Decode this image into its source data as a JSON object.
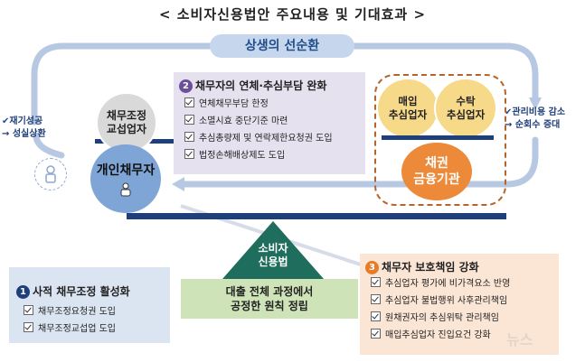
{
  "title": "< 소비자신용법안 주요내용 및 기대효과 >",
  "cycle": {
    "label": "상생의 선순환"
  },
  "left_note": {
    "line1": "재기성공",
    "line2": "→ 성실상환"
  },
  "right_note": {
    "line1": "관리비용 감소",
    "line2": "→ 순회수 증대"
  },
  "nodes": {
    "debt_adjuster": {
      "line1": "채무조정",
      "line2": "교섭업자"
    },
    "individual_debtor": {
      "label": "개인채무자"
    },
    "purchaser": {
      "line1": "매입",
      "line2": "추심업자"
    },
    "consignee": {
      "line1": "수탁",
      "line2": "추심업자"
    },
    "bond_institution": {
      "line1": "채권",
      "line2": "금융기관"
    }
  },
  "center": {
    "line1": "소비자",
    "line2": "신용법"
  },
  "principle": {
    "line1": "대출 전체 과정에서",
    "line2": "공정한 원칙 정립"
  },
  "section2": {
    "number": "2",
    "title": "채무자의 연체·추심부담 완화",
    "items": [
      "연체채무부담 한정",
      "소멸시효 중단기준 마련",
      "추심총량제 및 연락제한요청권 도입",
      "법정손해배상제도 도입"
    ]
  },
  "section1": {
    "number": "1",
    "title": "사적 채무조정 활성화",
    "items": [
      "채무조정요청권 도입",
      "채무조정교섭업 도입"
    ]
  },
  "section3": {
    "number": "3",
    "title": "채무자 보호책임 강화",
    "items": [
      "추심업자 평가에 비가격요소 반영",
      "추심업자 불법행위 사후관리책임",
      "원채권자의 추심위탁 관리책임",
      "매입추심업자 진입요건 강화"
    ]
  },
  "colors": {
    "cycle_arrow": "#b7c9e2",
    "navy": "#1f3f7a",
    "orange": "#ec8a3a",
    "purple_panel": "#e5e1ef",
    "green_triangle": "#1f6d5c"
  },
  "watermark": "뉴스"
}
